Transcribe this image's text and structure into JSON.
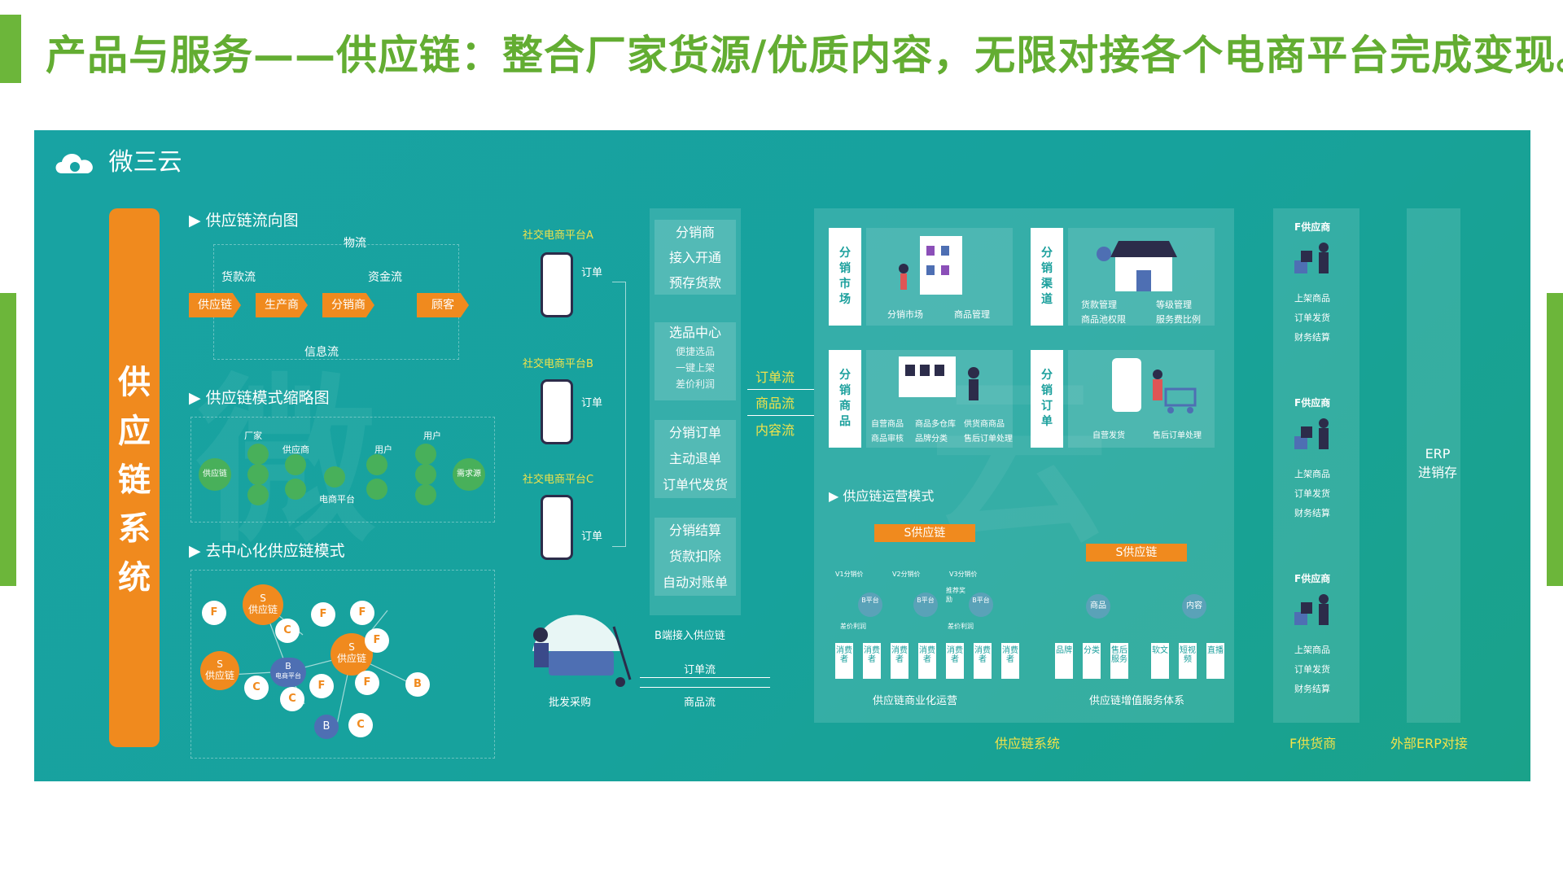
{
  "page": {
    "title": "产品与服务——供应链：整合厂家货源/优质内容，无限对接各个电商平台完成变现。"
  },
  "logo": {
    "text": "微三云"
  },
  "colors": {
    "accent_green": "#6cb63a",
    "panel_teal": "#18a3a3",
    "orange": "#f08a1e",
    "label_yellow": "#f2e24a"
  },
  "left_bar": {
    "text": "供应链系统"
  },
  "sections": {
    "flow_title": "▶ 供应链流向图",
    "mode_title": "▶ 供应链模式缩略图",
    "decentral_title": "▶ 去中心化供应链模式"
  },
  "flow": {
    "wuliu": "物流",
    "huokuanliu": "货款流",
    "zijinliu": "资金流",
    "xinxiliu": "信息流",
    "nodes": [
      "供应链",
      "生产商",
      "分销商",
      "顾客"
    ]
  },
  "mode": {
    "changjia": "厂家",
    "gongyingshang": "供应商",
    "yonghu1": "用户",
    "yonghu2": "用户",
    "platform": "电商平台",
    "left_node": "供应链",
    "right_node": "需求源"
  },
  "decentral": {
    "s_label": "S",
    "s_sub": "供应链",
    "b_center": "B",
    "b_center_sub": "电商平台",
    "f": "F",
    "c": "C",
    "b": "B"
  },
  "social": {
    "platform_a": "社交电商平台A",
    "platform_b": "社交电商平台B",
    "platform_c": "社交电商平台C",
    "order": "订单",
    "wholesale": "批发采购",
    "b_access": "B端接入供应链",
    "order_flow": "订单流",
    "goods_flow": "商品流"
  },
  "dist_column": {
    "box1": [
      "分销商",
      "接入开通",
      "预存货款"
    ],
    "box2_title": "选品中心",
    "box2_items": [
      "便捷选品",
      "一键上架",
      "差价利润"
    ],
    "box3": [
      "分销订单",
      "主动退单",
      "订单代发货"
    ],
    "box4": [
      "分销结算",
      "货款扣除",
      "自动对账单"
    ]
  },
  "flows_mid": [
    "订单流",
    "商品流",
    "内容流"
  ],
  "grid": {
    "a_label": "分销市场",
    "a_captions": [
      "分销市场",
      "商品管理"
    ],
    "b_label": "分销渠道",
    "b_captions": [
      "货款管理",
      "等级管理",
      "商品池权限",
      "服务费比例"
    ],
    "c_label": "分销商品",
    "c_captions": [
      "自营商品",
      "商品多仓库",
      "供货商商品",
      "商品审核",
      "品牌分类",
      "售后订单处理"
    ],
    "d_label": "分销订单",
    "d_captions": [
      "自营发货",
      "售后订单处理"
    ]
  },
  "ops": {
    "title": "▶ 供应链运营模式",
    "s_chain": "S供应链",
    "s_chain2": "S供应链",
    "v_levels": [
      "V1分销价",
      "V2分销价",
      "V3分销价"
    ],
    "b_platform": "B平台",
    "diff_profit": "差价利润",
    "recommend": "推荐奖励",
    "consumer": "消费者",
    "goods": "商品",
    "content": "内容",
    "left_subs": [
      "品牌",
      "分类",
      "售后服务"
    ],
    "right_subs": [
      "软文",
      "短视频",
      "直播"
    ],
    "left_caption": "供应链商业化运营",
    "right_caption": "供应链增值服务体系"
  },
  "suppliers": {
    "title": "F供应商",
    "items": [
      "上架商品",
      "订单发货",
      "财务结算"
    ]
  },
  "erp": {
    "line1": "ERP",
    "line2": "进销存"
  },
  "bottom_labels": [
    "供应链系统",
    "F供货商",
    "外部ERP对接"
  ]
}
